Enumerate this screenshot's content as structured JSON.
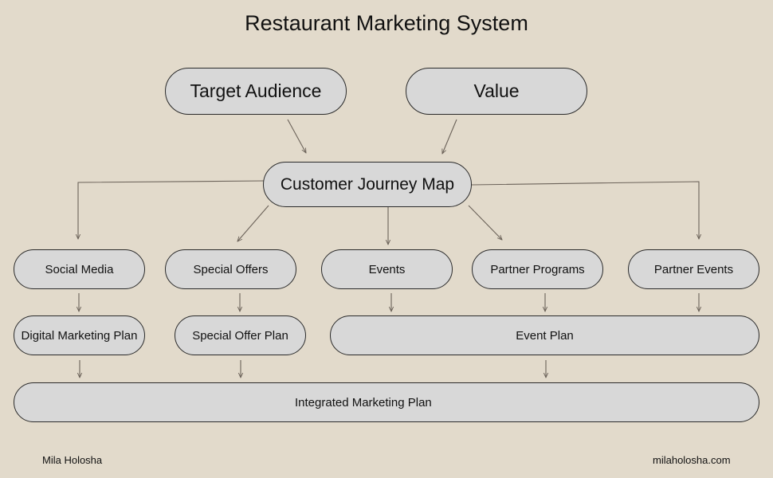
{
  "title": "Restaurant Marketing System",
  "nodes": {
    "target_audience": "Target Audience",
    "value": "Value",
    "customer_journey_map": "Customer Journey Map",
    "social_media": "Social Media",
    "special_offers": "Special Offers",
    "events": "Events",
    "partner_programs": "Partner Programs",
    "partner_events": "Partner Events",
    "digital_marketing_plan": "Digital Marketing Plan",
    "special_offer_plan": "Special Offer Plan",
    "event_plan": "Event Plan",
    "integrated_marketing_plan": "Integrated Marketing Plan"
  },
  "footer": {
    "author": "Mila Holosha",
    "website": "milaholosha.com"
  },
  "colors": {
    "background": "#e2dacb",
    "node_fill": "#d8d8d8",
    "connector": "#6b6259"
  }
}
